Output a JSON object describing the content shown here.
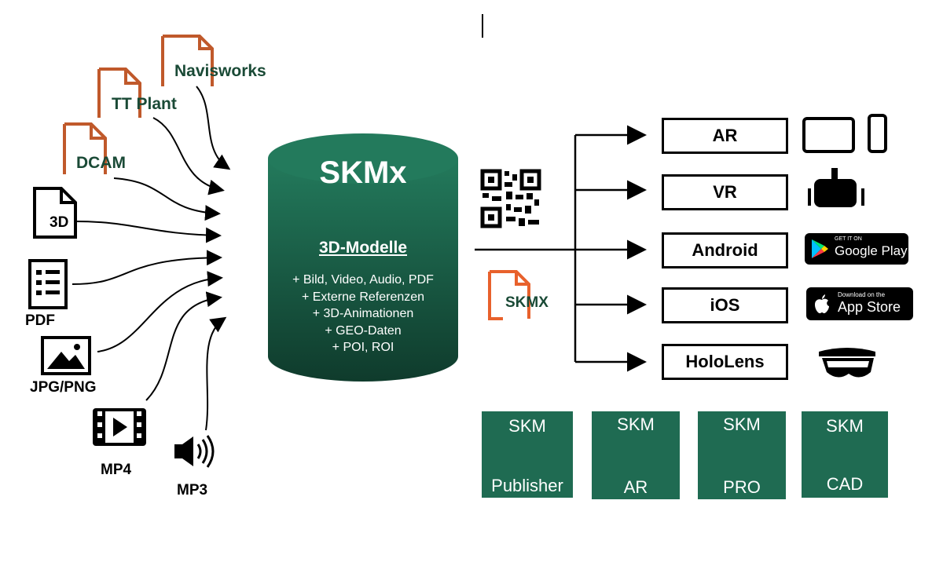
{
  "inputs": {
    "navisworks": "Navisworks",
    "tt_plant": "TT Plant",
    "dcam": "DCAM",
    "three_d": "3D",
    "pdf": "PDF",
    "jpg_png": "JPG/PNG",
    "mp4": "MP4",
    "mp3": "MP3"
  },
  "database": {
    "title": "SKMx",
    "subtitle": "3D-Modelle",
    "features": [
      "+ Bild, Video, Audio, PDF",
      "+ Externe Referenzen",
      "+ 3D-Animationen",
      "+ GEO-Daten",
      "+ POI, ROI"
    ]
  },
  "file_format": "SKMX",
  "outputs": [
    "AR",
    "VR",
    "Android",
    "iOS",
    "HoloLens"
  ],
  "stores": {
    "google_small": "GET IT ON",
    "google_big": "Google Play",
    "apple_small": "Download on the",
    "apple_big": "App Store"
  },
  "apps": [
    {
      "top": "SKM",
      "bottom": "Publisher"
    },
    {
      "top": "SKM",
      "bottom": "AR"
    },
    {
      "top": "SKM",
      "bottom": "PRO"
    },
    {
      "top": "SKM",
      "bottom": "CAD"
    }
  ],
  "colors": {
    "accent_orange": "#c0592b",
    "dark_green": "#1a4a36",
    "db_green": "#1f6b52",
    "tile_green": "#1f6b52"
  }
}
